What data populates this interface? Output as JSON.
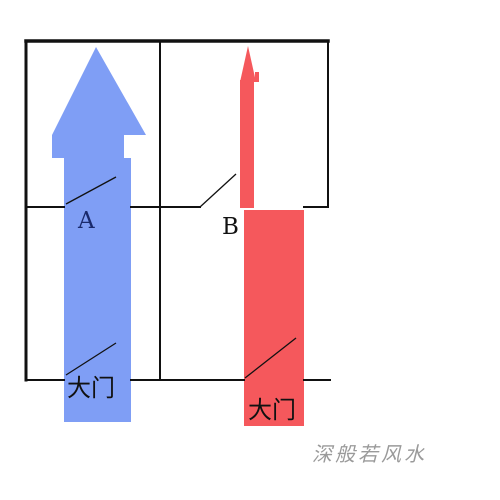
{
  "labels": {
    "a": "A",
    "b": "B",
    "door_left": "大门",
    "door_right": "大门"
  },
  "watermark": "深般若风水",
  "colors": {
    "arrow_a": "#7f9ef5",
    "arrow_b": "#f5585c",
    "walls": "#111111",
    "watermark": "#9a9a9a"
  }
}
